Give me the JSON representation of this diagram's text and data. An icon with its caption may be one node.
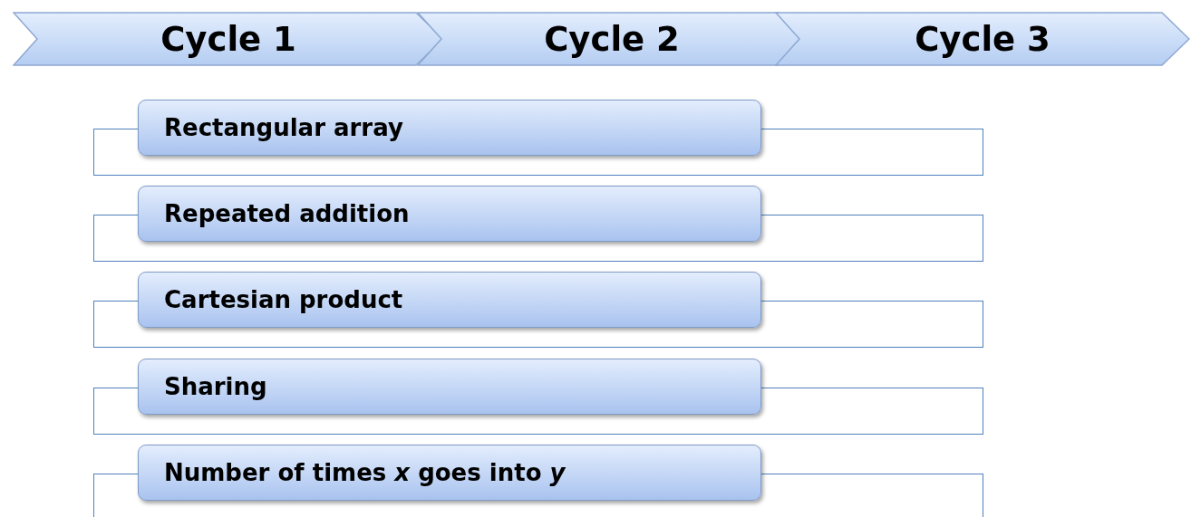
{
  "diagram": {
    "nodes": [
      {
        "text": [
          "Cycle 1"
        ]
      },
      {
        "text": [
          "Cycle 2"
        ]
      },
      {
        "text": [
          "Cycle 3"
        ]
      },
      {
        "text": [
          "Rectangular array"
        ]
      },
      {
        "text": [],
        "shape": "box"
      },
      {
        "text": [
          "Repeated addition"
        ]
      },
      {
        "text": [],
        "shape": "box"
      },
      {
        "text": [
          "Cartesian product"
        ]
      },
      {
        "text": [],
        "shape": "box"
      },
      {
        "text": [
          "Sharing"
        ]
      },
      {
        "text": [],
        "shape": "box"
      },
      {
        "text": [
          "Number of times *x* goes into *y*"
        ]
      },
      {
        "text": [],
        "shape": "box"
      }
    ]
  }
}
